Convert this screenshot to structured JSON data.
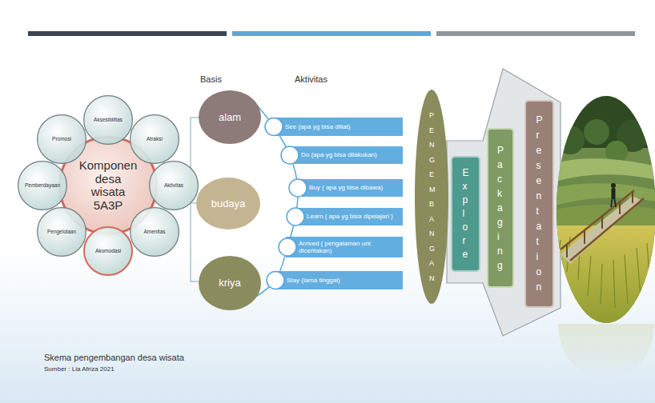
{
  "diagram": {
    "caption": "Skema pengembangan desa wisata",
    "nodes": [
      {
        "text": [
          "Komponen desa wisata 5A3P"
        ]
      },
      {
        "text": [
          "Aksesibilitas"
        ]
      },
      {
        "text": [
          "Atraksi"
        ]
      },
      {
        "text": [
          "Aktivitas"
        ]
      },
      {
        "text": [
          "Amenitas"
        ]
      },
      {
        "text": [
          "Akomodasi"
        ]
      },
      {
        "text": [
          "Pengelolaan"
        ]
      },
      {
        "text": [
          "Pemberdayaan"
        ]
      },
      {
        "text": [
          "Promosi"
        ]
      },
      {
        "text": [
          "alam"
        ]
      },
      {
        "text": [
          "budaya"
        ]
      },
      {
        "text": [
          "kriya"
        ]
      },
      {
        "text": [
          "See (apa yg bisa diliat)"
        ]
      },
      {
        "text": [
          "Do (apa yg bisa dilakukan)"
        ]
      },
      {
        "text": [
          "Buy ( apa yg bisa dibawa)"
        ]
      },
      {
        "text": [
          "Learn ( apa yg bisa dipelajari )"
        ]
      },
      {
        "text": [
          "Arrived ( pengalaman unt diceritakan)"
        ]
      },
      {
        "text": [
          "Stay (lama tinggal)"
        ]
      },
      {
        "text": [
          "PENGEMBANGAN"
        ]
      },
      {
        "text": [
          "Explore"
        ]
      },
      {
        "text": [
          "Packaging"
        ]
      },
      {
        "text": [
          "Presentation"
        ]
      }
    ],
    "labels": [
      "Basis",
      "Aktivitas",
      "Sumber : Lia Afriza 2021"
    ]
  }
}
